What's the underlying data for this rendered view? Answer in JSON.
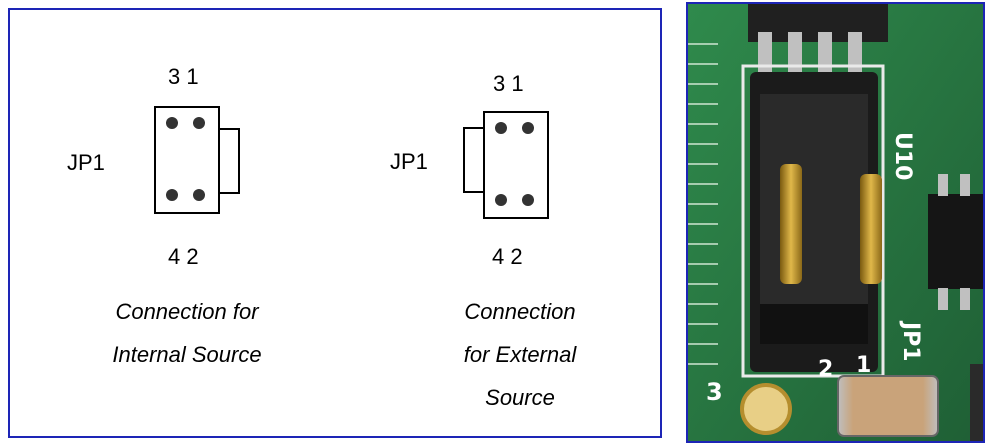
{
  "left_config": {
    "jumper_label": "JP1",
    "top_pins": "3 1",
    "bottom_pins": "4 2",
    "caption_lines": [
      "Connection for",
      "Internal Source"
    ]
  },
  "right_config": {
    "jumper_label": "JP1",
    "top_pins": "3 1",
    "bottom_pins": "4 2",
    "caption_lines": [
      "Connection",
      "for External",
      "Source"
    ]
  },
  "photo": {
    "silkscreen_u10": "U10",
    "silkscreen_jp1": "JP1",
    "silkscreen_pin1": "1",
    "silkscreen_pin2": "2",
    "silkscreen_pin3": "3"
  },
  "colors": {
    "frame": "#1d25b6",
    "pcb": "#2c7a45",
    "jumper_housing": "#1b1b1b",
    "gold_pin": "#c8a13a"
  }
}
